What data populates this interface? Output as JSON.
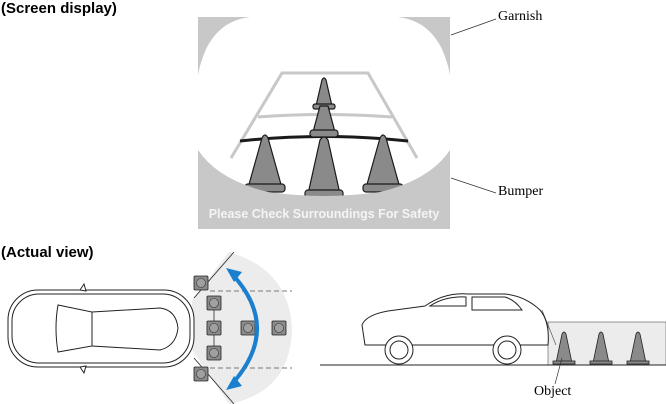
{
  "headings": {
    "screen_display": "(Screen display)",
    "actual_view": "(Actual view)"
  },
  "screen": {
    "banner_text": "Please Check Surroundings For Safety",
    "callouts": {
      "garnish": "Garnish",
      "bumper": "Bumper"
    }
  },
  "actual": {
    "callouts": {
      "object": "Object"
    }
  },
  "colors": {
    "frame_gray": "#c8c8c8",
    "guide_line_gray": "#c8c8c8",
    "distance_line": "#1a1a1a",
    "cone_fill": "#8a8a8a",
    "sweep_arrow": "#1a7fcf",
    "detection_zone": "#ececec"
  }
}
